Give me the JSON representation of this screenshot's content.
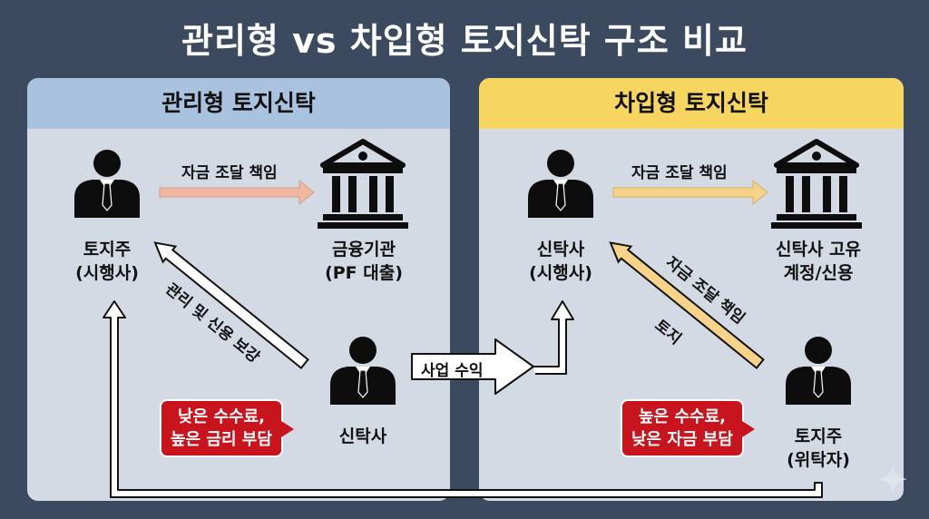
{
  "title": "관리형 vs 차입형 토지신탁 구조 비교",
  "left": {
    "header": "관리형 토지신탁",
    "landowner": "토지주\n(시행사)",
    "bank": "금융기관\n(PF 대출)",
    "trust": "신탁사",
    "arrow_funding": "자금 조달 책임",
    "arrow_management": "관리 및 신용 보강",
    "callout": "낮은 수수료,\n높은 금리 부담"
  },
  "right": {
    "header": "차입형 토지신탁",
    "trust": "신탁사\n(시행사)",
    "own_account": "신탁사 고유\n계정/신용",
    "landowner": "토지주\n(위탁자)",
    "arrow_funding": "자금 조달 책임",
    "arrow_funding_diag": "자금 조달 책임",
    "arrow_land": "토지",
    "callout": "높은 수수료,\n낮은 자금 부담"
  },
  "center": {
    "business_profit": "사업 수익"
  },
  "colors": {
    "background": "#3b4a5e",
    "left_header": "#a9c2de",
    "right_header": "#f7d561",
    "panel": "#d3dae3",
    "left_arrow": "#f3b6a0",
    "right_arrow": "#f7d38a",
    "callout": "#c8141c"
  }
}
